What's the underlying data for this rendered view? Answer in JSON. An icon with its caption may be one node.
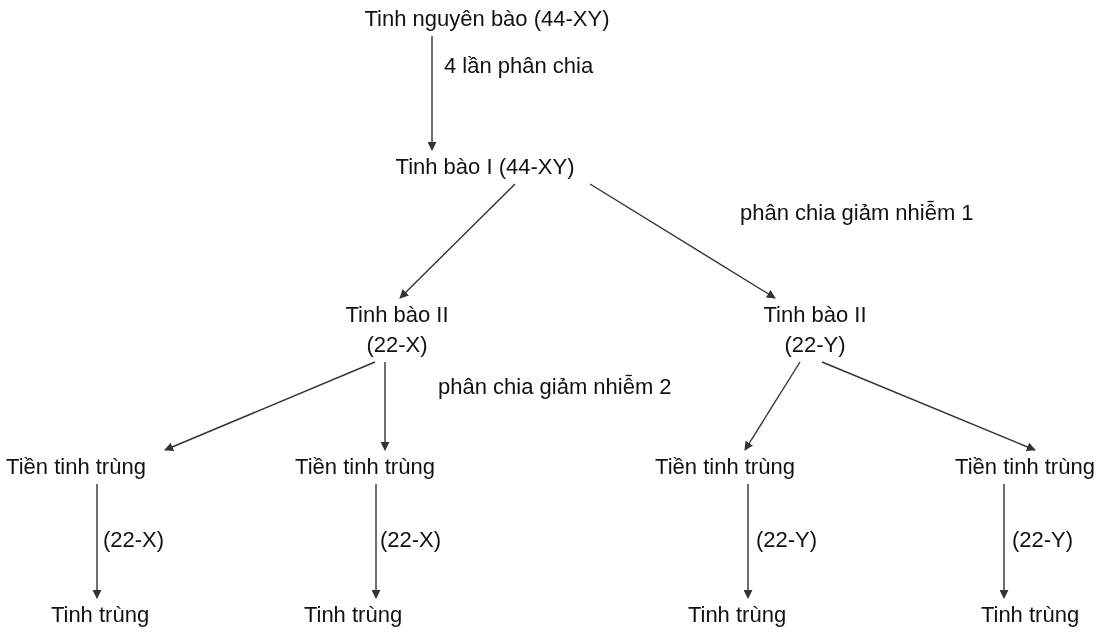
{
  "diagram": {
    "nodes": [
      {
        "text": [
          "Tinh nguyên bào (44-XY)"
        ]
      },
      {
        "text": [
          "Tinh bào I (44-XY)"
        ]
      },
      {
        "text": [
          "Tinh bào II (22-X)"
        ]
      },
      {
        "text": [
          "Tinh bào II (22-Y)"
        ]
      },
      {
        "text": [
          "Tiền tinh trùng"
        ]
      },
      {
        "text": [
          "Tiền tinh trùng"
        ]
      },
      {
        "text": [
          "Tiền tinh trùng"
        ]
      },
      {
        "text": [
          "Tiền tinh trùng"
        ]
      },
      {
        "text": [
          "Tinh trùng"
        ]
      },
      {
        "text": [
          "Tinh trùng"
        ]
      },
      {
        "text": [
          "Tinh trùng"
        ]
      },
      {
        "text": [
          "Tinh trùng"
        ]
      }
    ],
    "edges": [
      {
        "from": 0,
        "to": 1,
        "arrow": "to",
        "label": "4 lần phân chia"
      },
      {
        "from": 1,
        "to": 2,
        "arrow": "to"
      },
      {
        "from": 1,
        "to": 3,
        "arrow": "to"
      },
      {
        "from": 2,
        "to": 4,
        "arrow": "to"
      },
      {
        "from": 2,
        "to": 5,
        "arrow": "to"
      },
      {
        "from": 3,
        "to": 6,
        "arrow": "to"
      },
      {
        "from": 3,
        "to": 7,
        "arrow": "to"
      },
      {
        "from": 4,
        "to": 8,
        "arrow": "to",
        "label": "(22-X)"
      },
      {
        "from": 5,
        "to": 9,
        "arrow": "to",
        "label": "(22-X)"
      },
      {
        "from": 6,
        "to": 10,
        "arrow": "to",
        "label": "(22-Y)"
      },
      {
        "from": 7,
        "to": 11,
        "arrow": "to",
        "label": "(22-Y)"
      }
    ],
    "labels": [
      "phân chia giảm nhiễm 1",
      "phân chia giảm nhiễm 2"
    ]
  }
}
